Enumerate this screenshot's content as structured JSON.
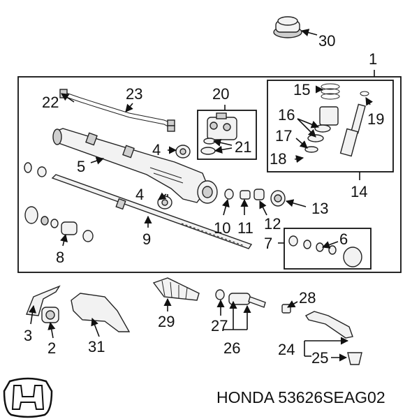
{
  "footer": {
    "brand": "HONDA",
    "part_number": "53626SEAG02"
  },
  "callouts": {
    "c1": "1",
    "c2": "2",
    "c3": "3",
    "c4a": "4",
    "c4b": "4",
    "c5": "5",
    "c6": "6",
    "c7": "7",
    "c8": "8",
    "c9": "9",
    "c10": "10",
    "c11": "11",
    "c12": "12",
    "c13": "13",
    "c14": "14",
    "c15": "15",
    "c16": "16",
    "c17": "17",
    "c18": "18",
    "c19": "19",
    "c20": "20",
    "c21": "21",
    "c22": "22",
    "c23": "23",
    "c24": "24",
    "c25": "25",
    "c26": "26",
    "c27": "27",
    "c28": "28",
    "c29": "29",
    "c30": "30",
    "c31": "31"
  },
  "icons": {
    "logo": "honda-h-logo-icon",
    "arrow": "arrowhead-icon"
  }
}
